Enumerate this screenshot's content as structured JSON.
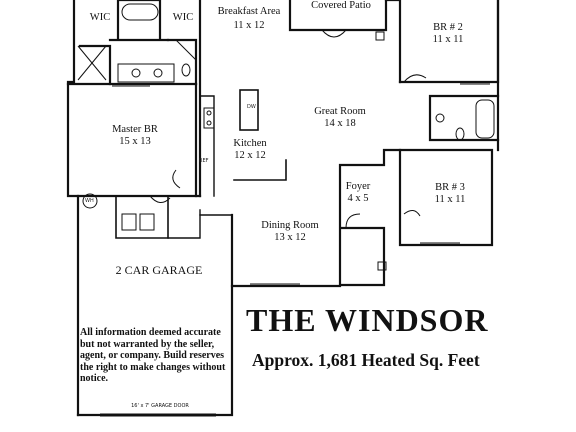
{
  "plan": {
    "name": "THE WINDSOR",
    "area_line": "Approx. 1,681 Heated Sq. Feet",
    "disclaimer": "All information deemed accurate but not warranted by the seller, agent, or company. Build reserves the right to make changes without notice."
  },
  "rooms": {
    "wic_left": "WIC",
    "wic_right": "WIC",
    "breakfast": {
      "name": "Breakfast Area",
      "dims": "11 x 12"
    },
    "covered_patio": "Covered Patio",
    "br2": {
      "name": "BR # 2",
      "dims": "11 x 11"
    },
    "master": {
      "name": "Master BR",
      "dims": "15 x 13"
    },
    "great_room": {
      "name": "Great Room",
      "dims": "14 x 18"
    },
    "kitchen": {
      "name": "Kitchen",
      "dims": "12 x 12"
    },
    "foyer": {
      "name": "Foyer",
      "dims": "4 x 5"
    },
    "br3": {
      "name": "BR # 3",
      "dims": "11 x 11"
    },
    "dining": {
      "name": "Dining Room",
      "dims": "13 x 12"
    },
    "garage": "2 CAR GARAGE"
  },
  "fixtures": {
    "dw": "DW",
    "ref": "REF",
    "wh": "WH"
  },
  "garage_door": "16' x 7' GARAGE DOOR"
}
